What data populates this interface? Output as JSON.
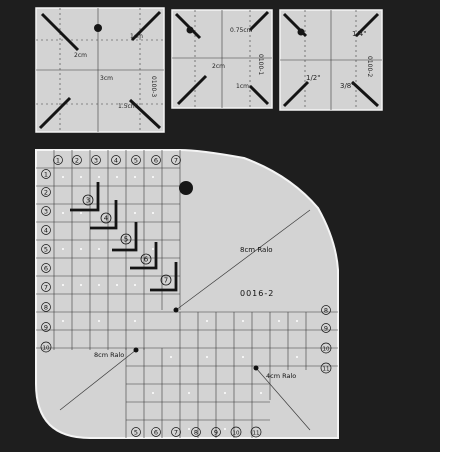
{
  "colors": {
    "background": "#1e1e1e",
    "acrylic": "#d3d3d3",
    "edge": "#f4f4f4",
    "print": "#3b3b3b",
    "hole": "#161616"
  },
  "small_templates": [
    {
      "labels": {
        "center_circle": "1cm",
        "corner_left": "2cm",
        "mid": "3cm",
        "bottom": "1.5cm",
        "code": "0100-3"
      }
    },
    {
      "labels": {
        "top": "0.75cm",
        "mid": "2cm",
        "bottom": "1cm",
        "code": "0100-1"
      }
    },
    {
      "labels": {
        "top": "1/4\"",
        "mid": "1/2\"",
        "bottom": "3/8\"",
        "code": "0100-2"
      }
    }
  ],
  "large_template": {
    "code": "0016-2",
    "label_8cm_upper": "8cm Ralo",
    "label_8cm_lower": "8cm Ralo",
    "label_4cm": "4cm Ralo",
    "top_numbers": [
      "1",
      "2",
      "3",
      "4",
      "5",
      "6",
      "7"
    ],
    "left_numbers": [
      "1",
      "2",
      "3",
      "4",
      "5",
      "6",
      "7",
      "8",
      "9",
      "10"
    ],
    "right_numbers": [
      "8",
      "9",
      "10",
      "11"
    ],
    "bottom_numbers": [
      "5",
      "6",
      "7",
      "8",
      "9",
      "10",
      "11"
    ],
    "diagonal_markers": [
      "3",
      "4",
      "5",
      "6",
      "7"
    ]
  }
}
